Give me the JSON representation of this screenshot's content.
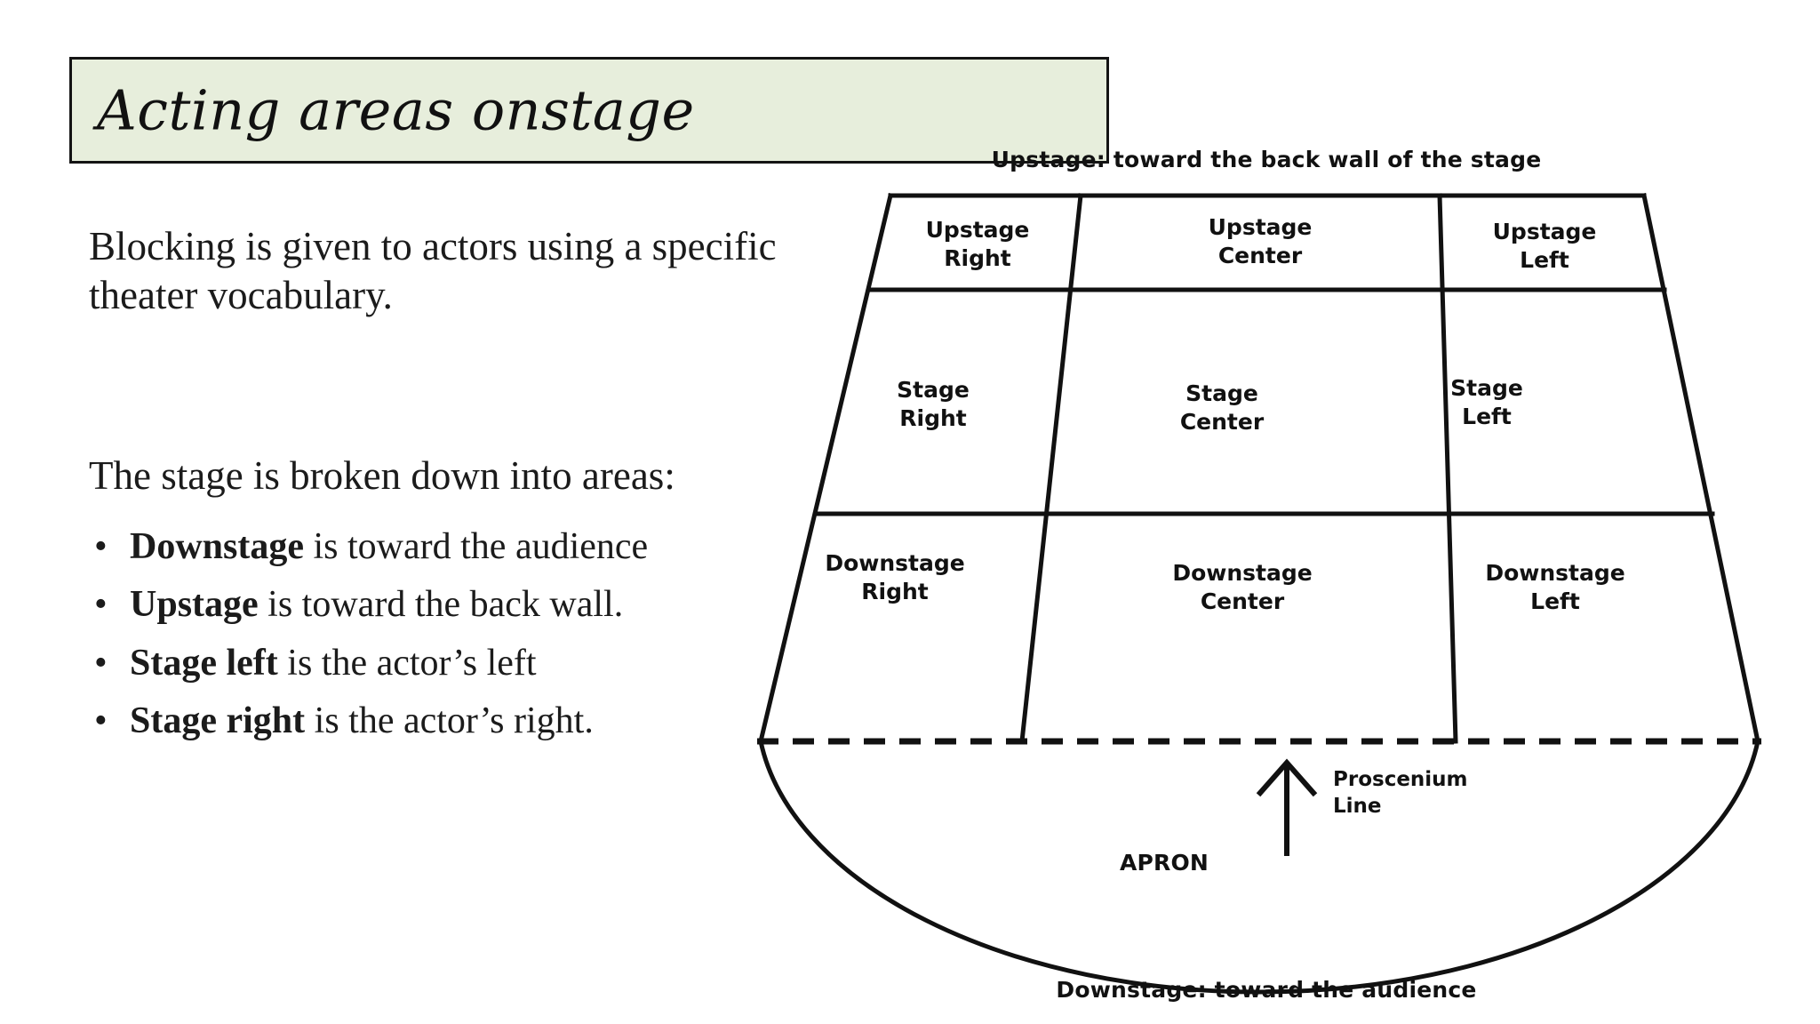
{
  "slide": {
    "title": "Acting areas onstage",
    "body": {
      "paragraph_1": "Blocking is given to actors using a specific theater vocabulary.",
      "paragraph_2": "The stage is broken down into areas:",
      "bullet_marker": "•",
      "bullets": [
        {
          "term": "Downstage",
          "rest": " is toward the audience"
        },
        {
          "term": "Upstage",
          "rest": " is toward the back wall."
        },
        {
          "term": "Stage left",
          "rest": " is the actor’s left"
        },
        {
          "term": "Stage right",
          "rest": " is the actor’s right."
        }
      ]
    }
  },
  "diagram": {
    "caption_top": "Upstage: toward the back wall of the stage",
    "caption_bottom": "Downstage: toward the audience",
    "apron_label": "APRON",
    "proscenium_label": "Proscenium\nLine",
    "cells": [
      {
        "label": "Upstage\nRight",
        "row": 0,
        "col": 0
      },
      {
        "label": "Upstage\nCenter",
        "row": 0,
        "col": 1
      },
      {
        "label": "Upstage\nLeft",
        "row": 0,
        "col": 2
      },
      {
        "label": "Stage\nRight",
        "row": 1,
        "col": 0
      },
      {
        "label": "Stage\nCenter",
        "row": 1,
        "col": 1
      },
      {
        "label": "Stage\nLeft",
        "row": 1,
        "col": 2
      },
      {
        "label": "Downstage\nRight",
        "row": 2,
        "col": 0
      },
      {
        "label": "Downstage\nCenter",
        "row": 2,
        "col": 1
      },
      {
        "label": "Downstage\nLeft",
        "row": 2,
        "col": 2
      }
    ]
  },
  "colors": {
    "title_fill": "#e7eedc",
    "title_border": "#141414",
    "ink": "#111111",
    "page_background": "#ffffff"
  }
}
